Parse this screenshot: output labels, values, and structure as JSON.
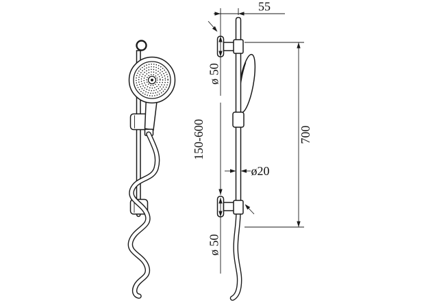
{
  "drawing": {
    "background_color": "#ffffff",
    "line_color": "#1a1a1a"
  },
  "dimensions": {
    "wall_offset": "55",
    "top_flange_diameter": "ø 50",
    "adjustable_range": "150-600",
    "overall_height": "700",
    "rail_diameter": "ø20",
    "bottom_flange_diameter": "ø 50"
  }
}
